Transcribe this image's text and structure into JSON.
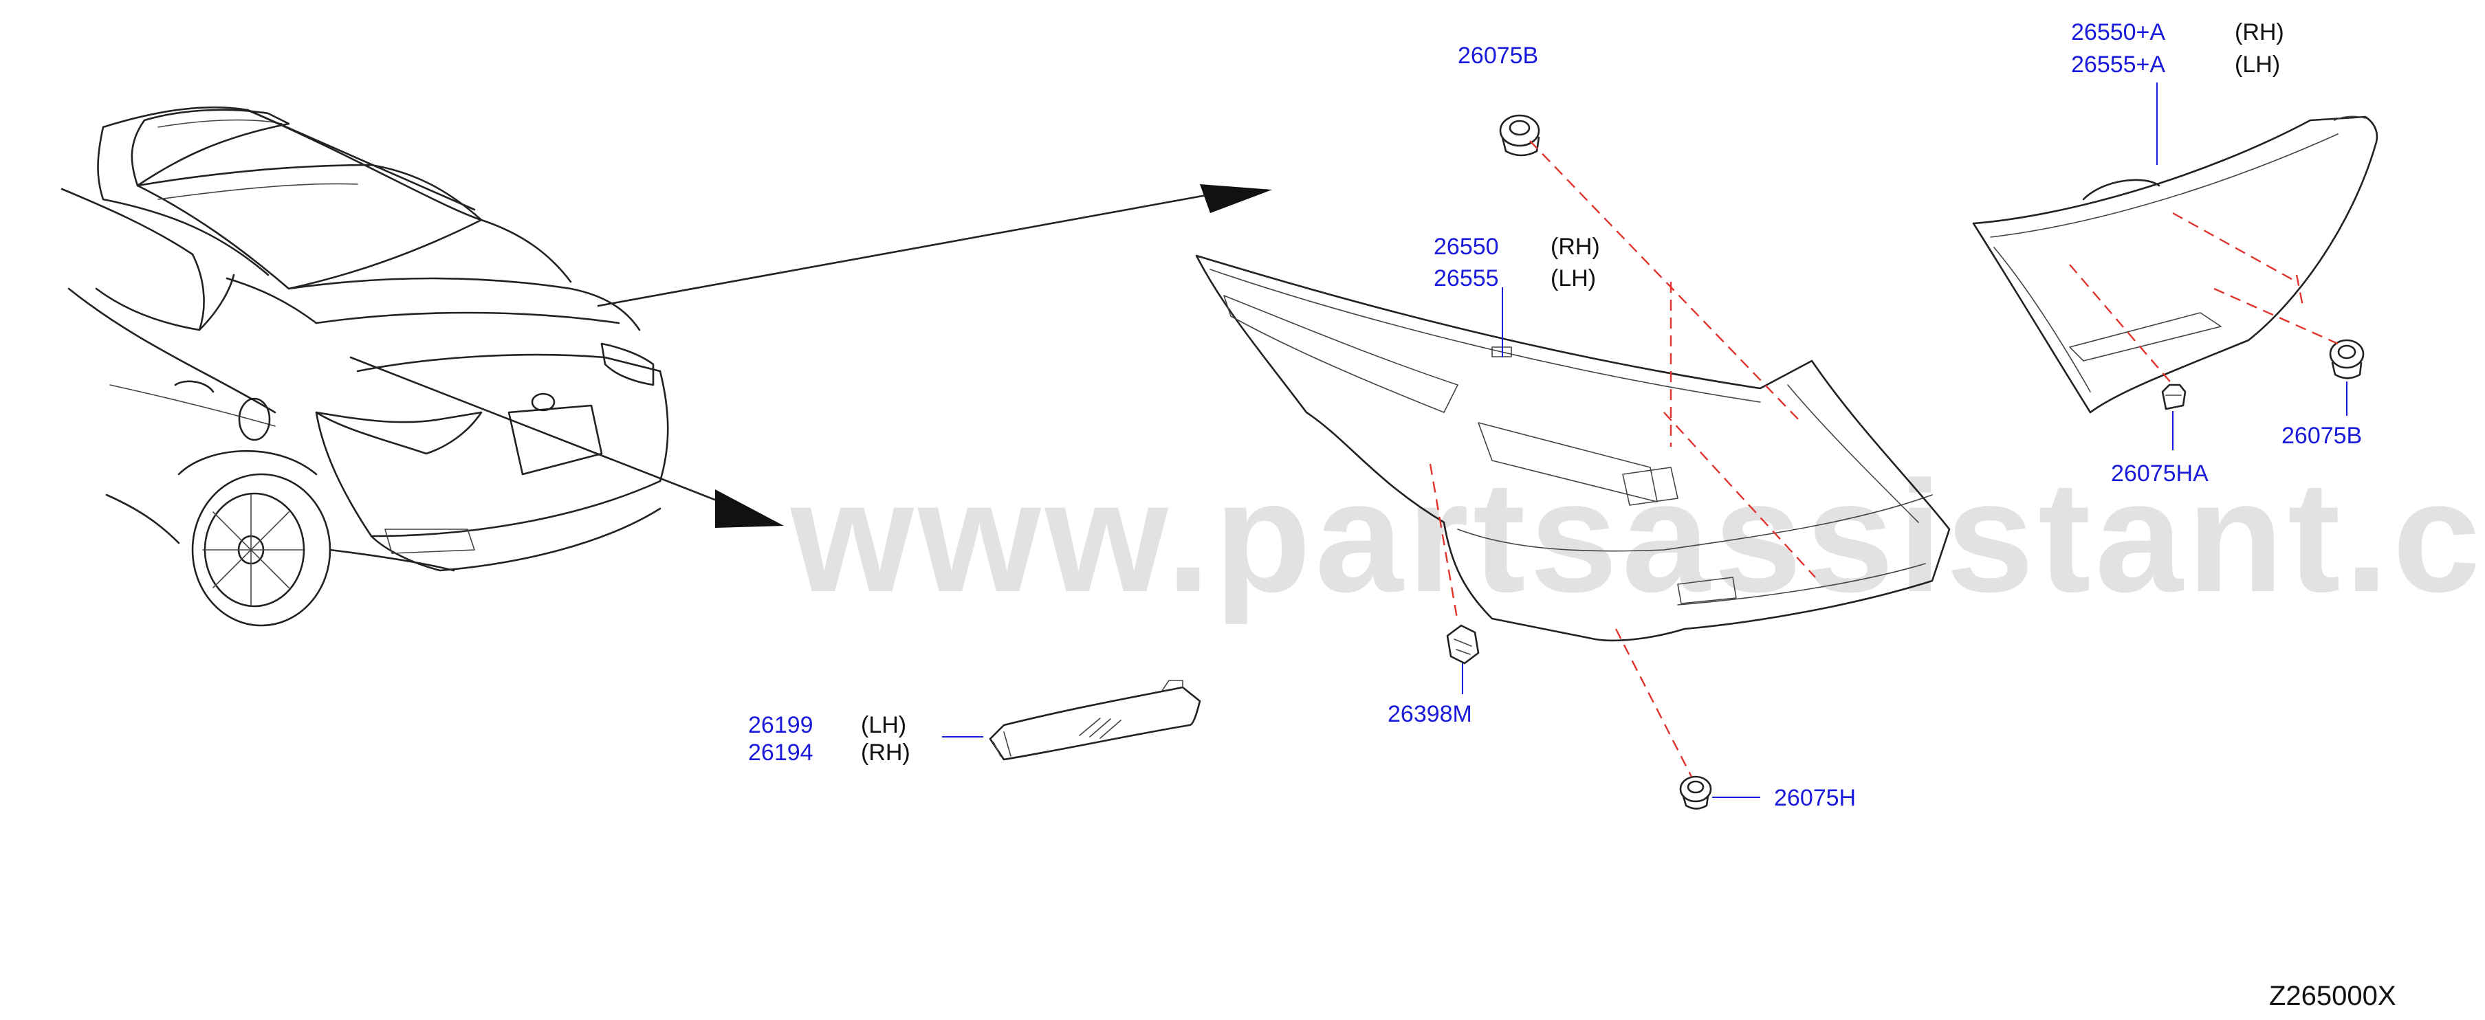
{
  "diagram": {
    "watermark": "www.partsassistant.com",
    "reference_code": "Z265000X",
    "callouts": {
      "c_26075B_top": {
        "part": "26075B"
      },
      "c_26550_A": {
        "part": "26550+A",
        "side": "(RH)"
      },
      "c_26555_A": {
        "part": "26555+A",
        "side": "(LH)"
      },
      "c_26550": {
        "part": "26550",
        "side": "(RH)"
      },
      "c_26555": {
        "part": "26555",
        "side": "(LH)"
      },
      "c_26075HA": {
        "part": "26075HA"
      },
      "c_26075B_right": {
        "part": "26075B"
      },
      "c_26398M": {
        "part": "26398M"
      },
      "c_26075H": {
        "part": "26075H"
      },
      "c_26199": {
        "part": "26199",
        "side": "(LH)"
      },
      "c_26194": {
        "part": "26194",
        "side": "(RH)"
      }
    },
    "components": [
      "vehicle-rear-view",
      "outer-rear-combination-lamp",
      "inner-rear-combination-lamp",
      "rear-reflector",
      "grommet",
      "clip"
    ]
  }
}
